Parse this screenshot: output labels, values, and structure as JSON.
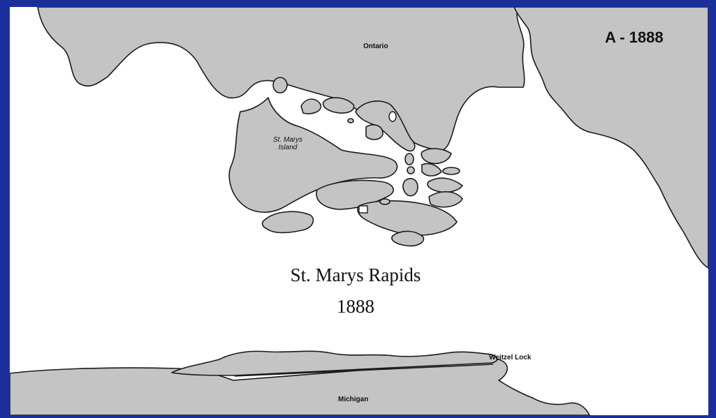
{
  "map_id": "A - 1888",
  "title": "St. Marys Rapids",
  "year": "1888",
  "labels": {
    "ontario": "Ontario",
    "island_line1": "St. Marys",
    "island_line2": "Island",
    "lock": "Weitzel Lock",
    "michigan": "Michigan"
  },
  "colors": {
    "frame_border": "#1b2f9c",
    "land_fill": "#c4c4c4",
    "water": "#ffffff",
    "outline": "#1a1a1a"
  }
}
